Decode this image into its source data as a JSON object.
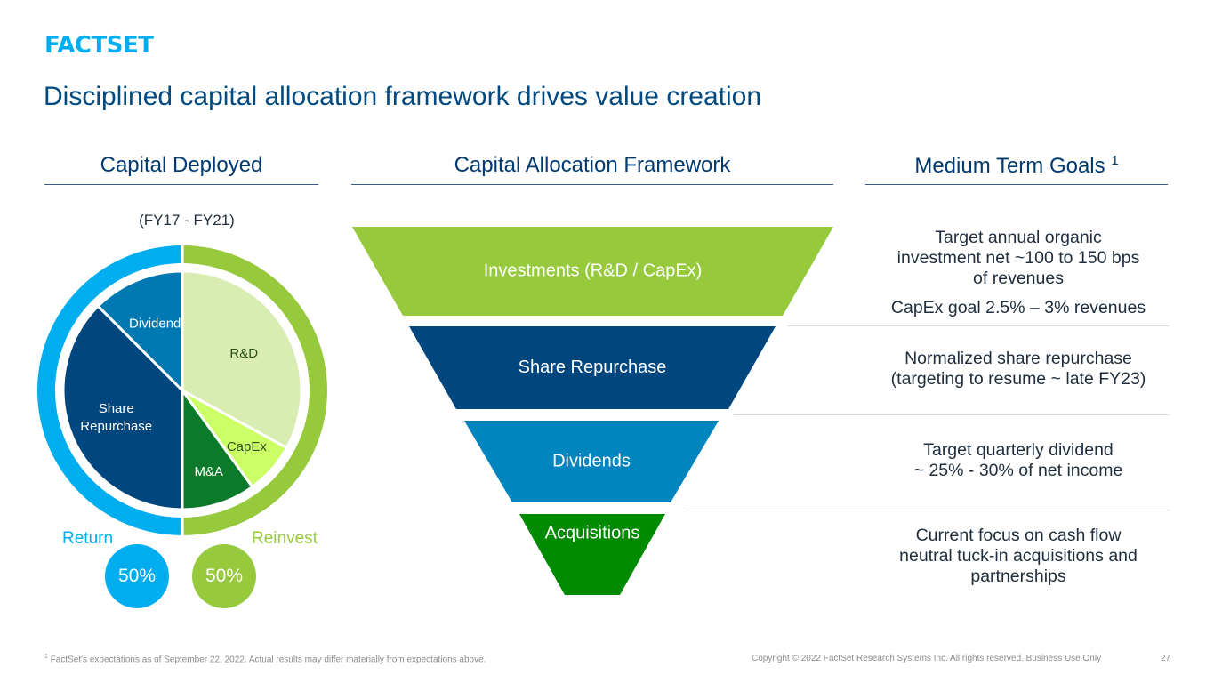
{
  "brand": {
    "logo_text": "FACTSET"
  },
  "page": {
    "title": "Disciplined capital allocation framework drives value creation"
  },
  "columns": {
    "left": "Capital Deployed",
    "middle": "Capital Allocation Framework",
    "right": "Medium Term Goals",
    "right_sup": "1"
  },
  "colors": {
    "rd": "#d9ecb1",
    "capex": "#ccff66",
    "ma": "#0b7a2b",
    "share": "#00467f",
    "dividend": "#0079b3",
    "return_ring": "#00aeef",
    "reinvest_ring": "#97c93d",
    "funnel_1": "#97c93d",
    "funnel_2": "#00467f",
    "funnel_3": "#0085be",
    "funnel_4": "#008a00"
  },
  "chart_data": {
    "type": "pie",
    "subtitle": "(FY17 - FY21)",
    "slices": [
      {
        "label": "R&D",
        "value": 33,
        "color": "#d9ecb1",
        "text_color": "#2d5016"
      },
      {
        "label": "CapEx",
        "value": 7,
        "color": "#ccff66",
        "text_color": "#2d5016"
      },
      {
        "label": "M&A",
        "value": 10,
        "color": "#0b7a2b",
        "text_color": "#ffffff"
      },
      {
        "label": "Share\nRepurchase",
        "value": 37.5,
        "color": "#00467f",
        "text_color": "#ffffff"
      },
      {
        "label": "Dividend",
        "value": 12.5,
        "color": "#0079b3",
        "text_color": "#ffffff"
      }
    ],
    "outer_ring": [
      {
        "label": "Reinvest",
        "value": 50,
        "color": "#97c93d"
      },
      {
        "label": "Return",
        "value": 50,
        "color": "#00aeef"
      }
    ],
    "totals": [
      {
        "label": "Return",
        "value_label": "50%",
        "color": "#00aeef"
      },
      {
        "label": "Reinvest",
        "value_label": "50%",
        "color": "#97c93d"
      }
    ]
  },
  "funnel": [
    {
      "label": "Investments (R&D / CapEx)",
      "color": "#97c93d"
    },
    {
      "label": "Share Repurchase",
      "color": "#00467f"
    },
    {
      "label": "Dividends",
      "color": "#0085be"
    },
    {
      "label": "Acquisitions",
      "color": "#008a00"
    }
  ],
  "goals": [
    {
      "lines": [
        "Target annual organic",
        "investment net ~100 to 150 bps",
        "of revenues"
      ],
      "extra": "CapEx goal 2.5% – 3% revenues"
    },
    {
      "lines": [
        "Normalized share repurchase",
        "(targeting to resume ~ late FY23)"
      ]
    },
    {
      "lines": [
        "Target quarterly dividend",
        "~ 25% - 30% of net income"
      ]
    },
    {
      "lines": [
        "Current focus on cash flow",
        "neutral tuck-in acquisitions and",
        "partnerships"
      ]
    }
  ],
  "footer": {
    "footnote_sup": "1",
    "footnote": "FactSet's expectations as of September 22, 2022. Actual results may differ materially from expectations above.",
    "copyright": "Copyright © 2022 FactSet Research Systems Inc. All rights reserved. Business Use Only",
    "page_number": "27"
  }
}
